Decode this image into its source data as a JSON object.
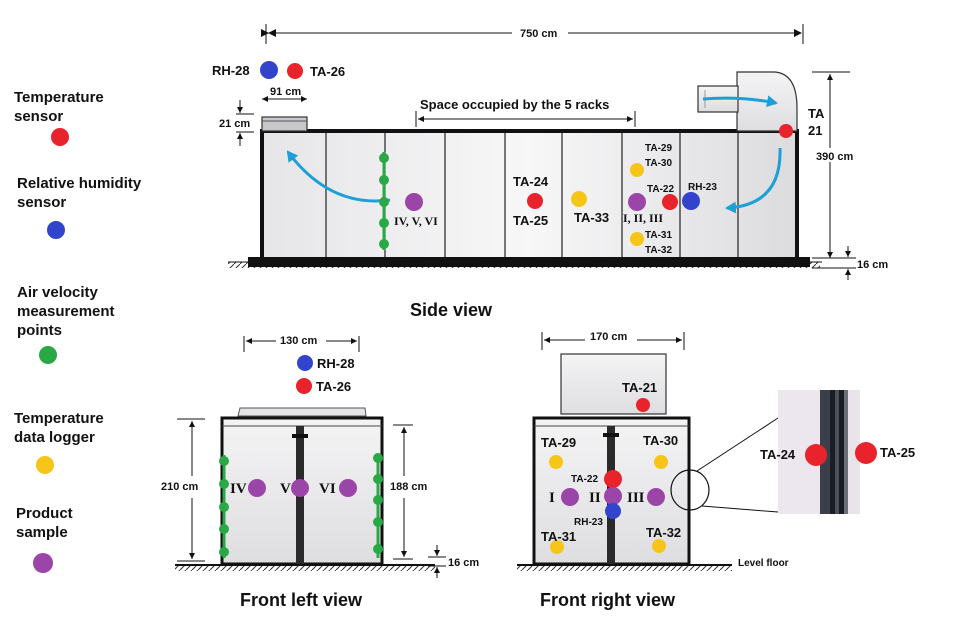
{
  "colors": {
    "temperature": "#e8232b",
    "humidity": "#3344cc",
    "air_velocity": "#2aa845",
    "logger": "#f5c518",
    "product": "#9b45a8",
    "airflow": "#1e9fd6"
  },
  "legend": {
    "temperature": "Temperature sensor",
    "humidity": "Relative humidity sensor",
    "air_velocity": "Air velocity measurement points",
    "logger": "Temperature data logger",
    "product": "Product sample"
  },
  "side": {
    "title": "Side view",
    "length": "750 cm",
    "height": "390 cm",
    "base": "16 cm",
    "inlet_w": "91 cm",
    "inlet_h": "21 cm",
    "racks": "Space occupied by the 5 racks",
    "rh28": "RH-28",
    "ta26": "TA-26",
    "ta21a": "TA",
    "ta21b": "21",
    "ta24": "TA-24",
    "ta25": "TA-25",
    "ta33": "TA-33",
    "ta29": "TA-29",
    "ta30": "TA-30",
    "ta22": "TA-22",
    "rh23": "RH-23",
    "ta31": "TA-31",
    "ta32": "TA-32",
    "rack_left": "IV, V, VI",
    "rack_right": "I, II, III"
  },
  "front_left": {
    "title": "Front left view",
    "width": "130 cm",
    "height": "210 cm",
    "inner": "188 cm",
    "base": "16 cm",
    "rh28": "RH-28",
    "ta26": "TA-26",
    "p4": "IV",
    "p5": "V",
    "p6": "VI"
  },
  "front_right": {
    "title": "Front right view",
    "width": "170 cm",
    "ta21": "TA-21",
    "ta29": "TA-29",
    "ta30": "TA-30",
    "ta22": "TA-22",
    "rh23": "RH-23",
    "ta31": "TA-31",
    "ta32": "TA-32",
    "p1": "I",
    "p2": "II",
    "p3": "III",
    "floor": "Level floor"
  },
  "zoom": {
    "ta24": "TA-24",
    "ta25": "TA-25"
  }
}
